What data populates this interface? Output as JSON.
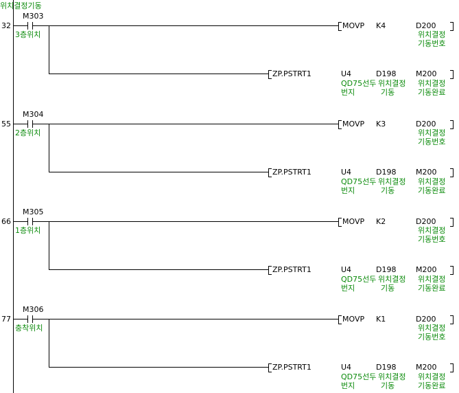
{
  "header": {
    "comment": "위치결정기동"
  },
  "rungs": [
    {
      "step": "32",
      "contact": "M303",
      "contact_comment": "3층위치",
      "mov": {
        "op": "MOVP",
        "src": "K4",
        "dst": "D200",
        "dst_c1": "위치결정",
        "dst_c2": "기동번호"
      },
      "pstrt": {
        "op": "ZP.PSTRT1",
        "a1": "U4",
        "a1_c1": "QD75선두",
        "a1_c2": "번지",
        "a2": "D198",
        "a2_c1": "위치결정",
        "a2_c2": "기동",
        "a3": "M200",
        "a3_c1": "위치결정",
        "a3_c2": "기동완료"
      }
    },
    {
      "step": "55",
      "contact": "M304",
      "contact_comment": "2층위치",
      "mov": {
        "op": "MOVP",
        "src": "K3",
        "dst": "D200",
        "dst_c1": "위치결정",
        "dst_c2": "기동번호"
      },
      "pstrt": {
        "op": "ZP.PSTRT1",
        "a1": "U4",
        "a1_c1": "QD75선두",
        "a1_c2": "번지",
        "a2": "D198",
        "a2_c1": "위치결정",
        "a2_c2": "기동",
        "a3": "M200",
        "a3_c1": "위치결정",
        "a3_c2": "기동완료"
      }
    },
    {
      "step": "66",
      "contact": "M305",
      "contact_comment": "1층위치",
      "mov": {
        "op": "MOVP",
        "src": "K2",
        "dst": "D200",
        "dst_c1": "위치결정",
        "dst_c2": "기동번호"
      },
      "pstrt": {
        "op": "ZP.PSTRT1",
        "a1": "U4",
        "a1_c1": "QD75선두",
        "a1_c2": "번지",
        "a2": "D198",
        "a2_c1": "위치결정",
        "a2_c2": "기동",
        "a3": "M200",
        "a3_c1": "위치결정",
        "a3_c2": "기동완료"
      }
    },
    {
      "step": "77",
      "contact": "M306",
      "contact_comment": "충착위치",
      "mov": {
        "op": "MOVP",
        "src": "K1",
        "dst": "D200",
        "dst_c1": "위치결정",
        "dst_c2": "기동번호"
      },
      "pstrt": {
        "op": "ZP.PSTRT1",
        "a1": "U4",
        "a1_c1": "QD75선두",
        "a1_c2": "번지",
        "a2": "D198",
        "a2_c1": "위치결정",
        "a2_c2": "기동",
        "a3": "M200",
        "a3_c1": "위치결정",
        "a3_c2": "기동완료"
      }
    }
  ]
}
